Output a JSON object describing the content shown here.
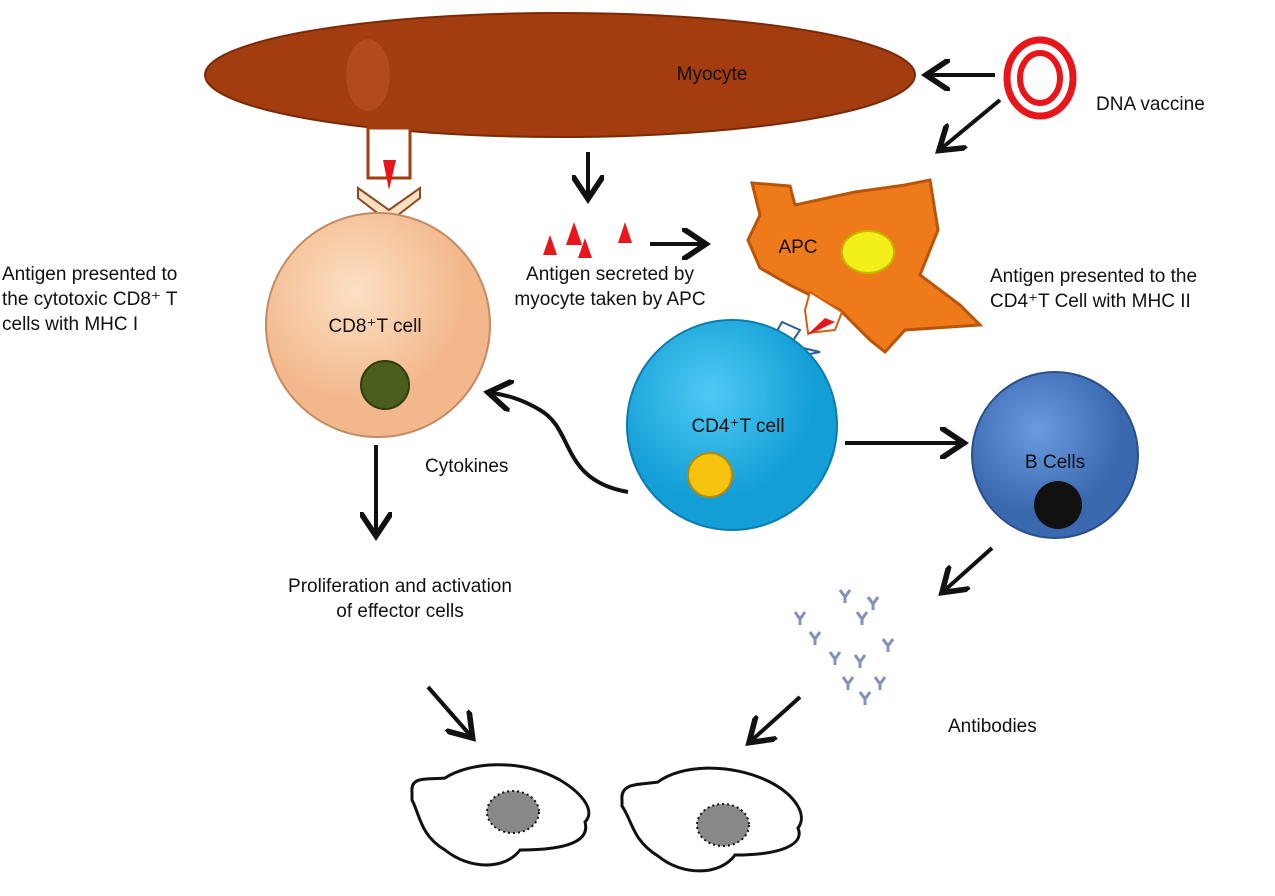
{
  "labels": {
    "myocyte": "Myocyte",
    "dna_vaccine": "DNA vaccine",
    "apc": "APC",
    "cd8_cell": "CD8⁺T cell",
    "cd4_cell": "CD4⁺T cell",
    "b_cells": "B Cells",
    "cytokines": "Cytokines",
    "antibodies": "Antibodies",
    "mhc1": [
      "Antigen presented to",
      "the cytotoxic CD8⁺ T",
      "cells with MHC I"
    ],
    "secreted": [
      "Antigen secreted by",
      "myocyte  taken by APC"
    ],
    "mhc2": [
      "Antigen presented to the",
      "CD4⁺T Cell  with MHC II"
    ],
    "proliferation": [
      "Proliferation and activation",
      "of effector cells"
    ]
  },
  "colors": {
    "myocyte": "#a33c0e",
    "cd8": "#f9c9a0",
    "cd8_nucleus": "#4a5e1e",
    "apc": "#ee7a1a",
    "apc_nucleus": "#f2ee1a",
    "cd4": "#21b2ea",
    "cd4_nucleus": "#f6c310",
    "bcell": "#4a7ec8",
    "antigen": "#e8151a"
  }
}
